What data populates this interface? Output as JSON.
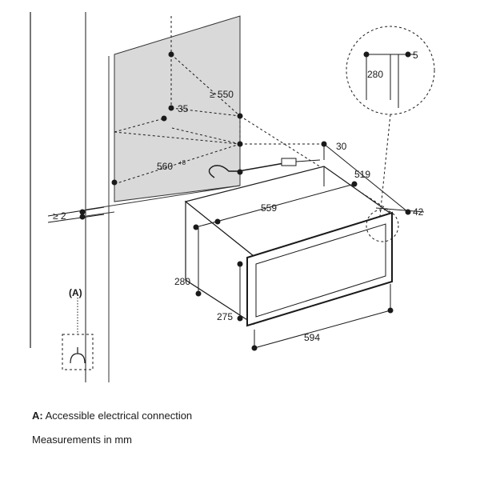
{
  "diagram": {
    "label_a": "(A)",
    "dims": {
      "gte_550": "≥ 550",
      "d35": "35",
      "d560": "560",
      "d560_sup": "+8",
      "d30": "30",
      "d519": "519",
      "d559": "559",
      "gte_2": "≥ 2",
      "d42": "42",
      "d280_left": "280",
      "d275": "275",
      "d594": "594",
      "d280_detail": "280",
      "d5": "5"
    }
  },
  "captions": {
    "line1_key": "A:",
    "line1_text": "Accessible electrical connection",
    "line2": "Measurements in mm"
  }
}
